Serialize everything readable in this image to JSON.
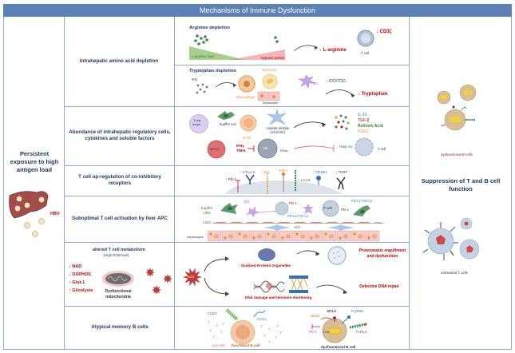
{
  "header": {
    "title": "Mechanisms of Immune Dysfunction"
  },
  "left": {
    "title": "Persistent exposure to high antigen load",
    "hbv_label": "HBV"
  },
  "right": {
    "title": "Suppression of T and B cell function",
    "b_cells_caption": "dysfunctional B cells",
    "t_cells_caption": "exhausted T cells"
  },
  "rows": [
    {
      "label": "Intrahepatic amino acid depletion",
      "arginine": {
        "title": "Arginine depletion",
        "level_label": "L-arginine level",
        "arginase_label": "Arginase activity",
        "result": "↓ L-arginine",
        "cell_label": "T cell",
        "cd3_label": "↓ CD3ζ"
      },
      "tryptophan": {
        "title": "Tryptophan depletion",
        "ifn_label": "IFN",
        "macrophage_label": "Macrophage",
        "monocyte_label": "Monocyte",
        "dc_label": "DC",
        "hepatocytes_label": "hepatocytes",
        "ido_label": "↑ IDO/TDO",
        "result": "↓ Tryptophan"
      }
    },
    {
      "label": "Abundance of intrahepatic regulatory cells, cytokines and soluble factors",
      "treg": "T-reg\nlymph.",
      "kupffer": "Kupffer cell",
      "bcell": "B cell",
      "hsc": "Hepatic stellate cell (HSC)",
      "mdsc": "MDSC",
      "ifn": "IFNγ",
      "tnf": "TNFα",
      "nk": "NK",
      "trail": "TRAIL",
      "cytokines": [
        "IL-10",
        "TGF-β",
        "Retinoic Acid",
        "PGE2"
      ],
      "trail_r2": "TRAIL R2",
      "tcell": "T cell"
    },
    {
      "label": "T cell up-regulation of co-inhibitory receptors",
      "receptors": [
        "↑ PD-1",
        "↑ CTLA-4",
        "↑ 2B4",
        "↑ TIM-3",
        "↑ LAG3",
        "↑ CD160",
        "↑ TIGIT"
      ]
    },
    {
      "label": "Suboptimal T cell activation by liver APC",
      "kupffer": "Kupffer cells",
      "dc": "DC",
      "pd1_a": "PD-1",
      "pdl_a": "PD-L1/ PD-L2",
      "tcell": "T cell",
      "pd1_b": "PD-1",
      "pdl_b": "PD-L1/ PD-L2",
      "lsec": "LSEC",
      "hsc": "HSC",
      "hepatocytes": "hepatocytes"
    },
    {
      "label_title": "altered T cell metabolism",
      "label_sub": "(High ROS level)",
      "markers": [
        "↓ NAD",
        "↓ OXPHOS",
        "↑ Glut-1",
        "↑ Glicolysis"
      ],
      "mito_label": "Dysfunctional mitochondria",
      "ros": "ROS",
      "oxidized": "↑ Oxidized Protein/ Organelles",
      "proteostasis": "Proteostasis engulfment and dysfunction",
      "dna_damage": "DNA damage and telomere shortening",
      "dna_repair": "Defective DNA repair"
    },
    {
      "label": "Atypical memory B cells",
      "cd27": "CD27",
      "cd21": "CD21",
      "anti_hbs": "anti-HBs",
      "functional": "functional B cell",
      "cd22": "CD22",
      "btla": "BTLA",
      "fcyr": "FcγRIIB",
      "pd1": "PD-1",
      "tbet": "T-bet",
      "fcrl5": "FcRL5",
      "dysfunctional": "dysfunctional B cell"
    }
  ],
  "colors": {
    "header": "#5b82b8",
    "border": "#8eaadb",
    "navy": "#1f3864",
    "red": "#c00000"
  }
}
